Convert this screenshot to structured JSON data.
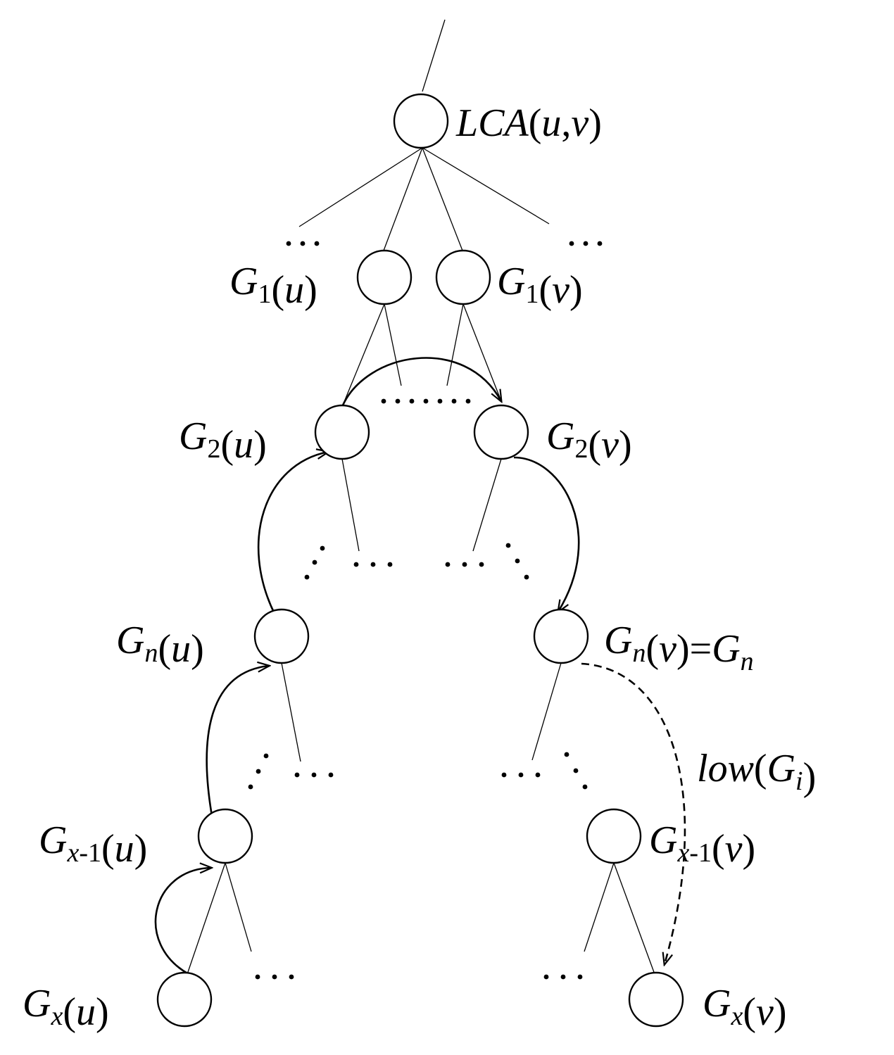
{
  "labels": {
    "lca": "LCA(u,v)",
    "g1u": "G1(u)",
    "g1v": "G1(v)",
    "g2u": "G2(u)",
    "g2v": "G2(v)",
    "gnu": "Gn(u)",
    "gnv": "Gn(v)=Gn",
    "gx1u": "Gx-1(u)",
    "gx1v": "Gx-1(v)",
    "gxu": "Gx(u)",
    "gxv": "Gx(v)",
    "low": "low(Gi)"
  },
  "ellipsis": "…"
}
